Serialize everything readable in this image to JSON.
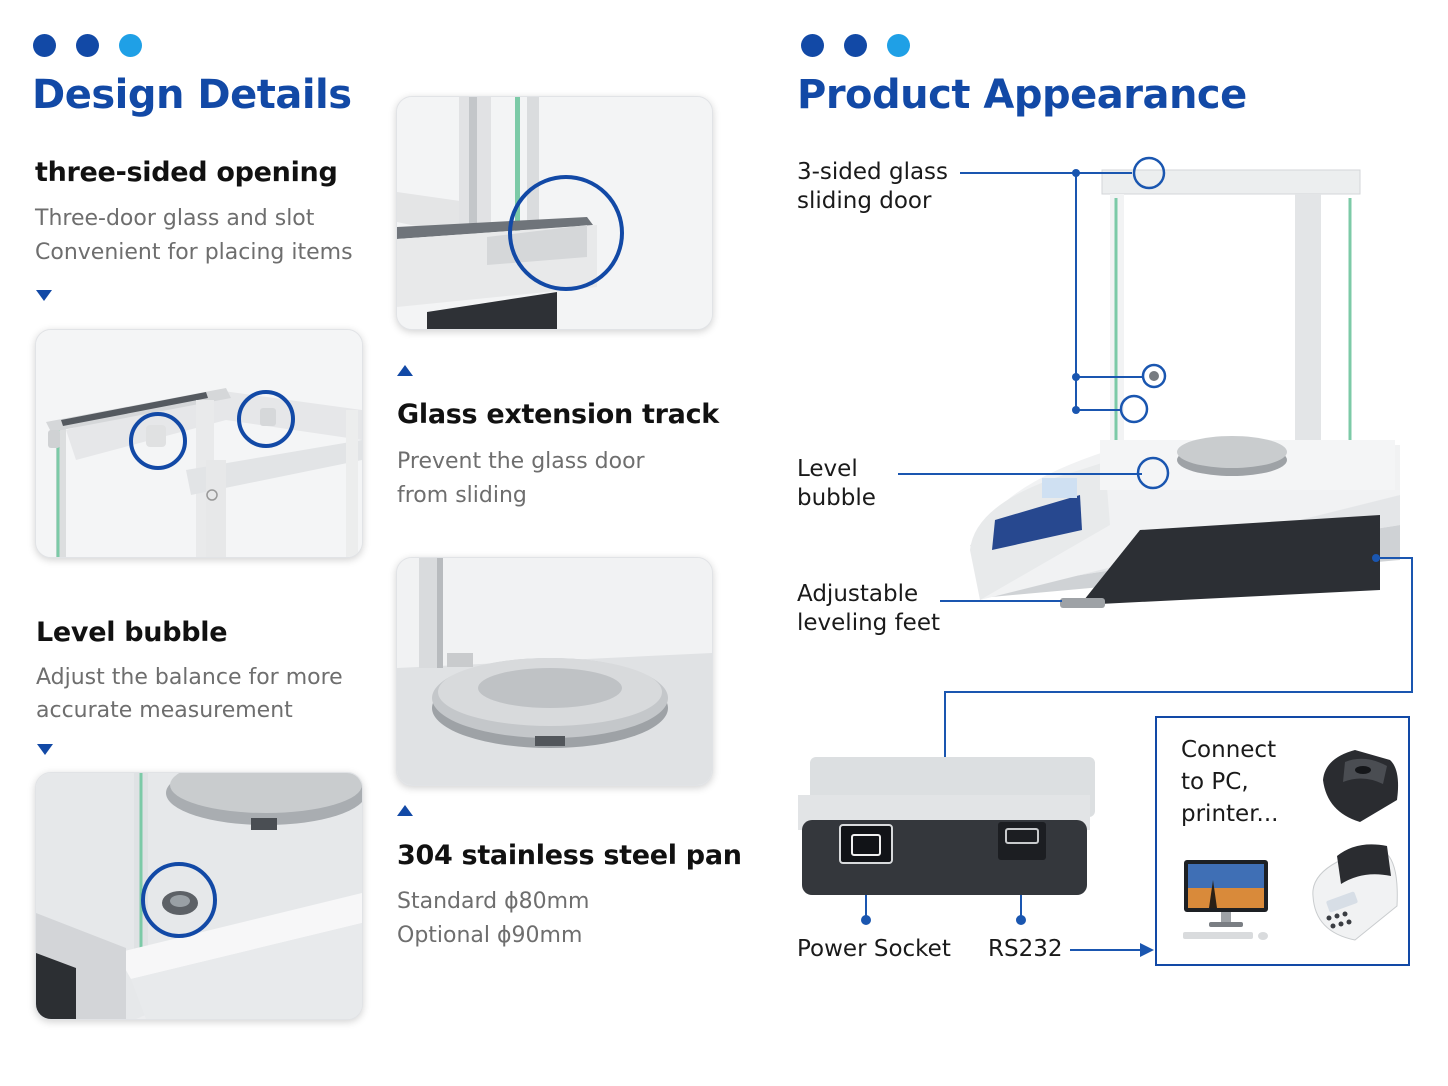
{
  "colors": {
    "heading_blue": "#1249a6",
    "dot_dark": "#1249a6",
    "dot_light": "#1fa0e6",
    "leader_line": "#1a56b0"
  },
  "design_details": {
    "heading": "Design Details",
    "features": [
      {
        "title": "three-sided opening",
        "description": [
          "Three-door glass and slot",
          "Convenient for placing items"
        ]
      },
      {
        "title": "Glass extension track",
        "description": [
          "Prevent the glass door",
          "from sliding"
        ]
      },
      {
        "title": "Level bubble",
        "description": [
          "Adjust the balance for more",
          "accurate measurement"
        ]
      },
      {
        "title": "304 stainless steel pan",
        "description": [
          "Standard ϕ80mm",
          "Optional  ϕ90mm"
        ]
      }
    ]
  },
  "product_appearance": {
    "heading": "Product Appearance",
    "callouts": [
      {
        "name": "glass-door",
        "lines": [
          "3-sided glass",
          "sliding door"
        ]
      },
      {
        "name": "level-bubble",
        "lines": [
          "Level",
          "bubble"
        ]
      },
      {
        "name": "leveling-feet",
        "lines": [
          "Adjustable",
          "leveling feet"
        ]
      }
    ],
    "ports": {
      "power": "Power Socket",
      "rs232": "RS232"
    },
    "connect": {
      "lines": [
        "Connect",
        "to PC,",
        "printer..."
      ],
      "icons": [
        "receipt-printer-icon",
        "desktop-computer-icon",
        "thermal-printer-icon"
      ]
    }
  }
}
